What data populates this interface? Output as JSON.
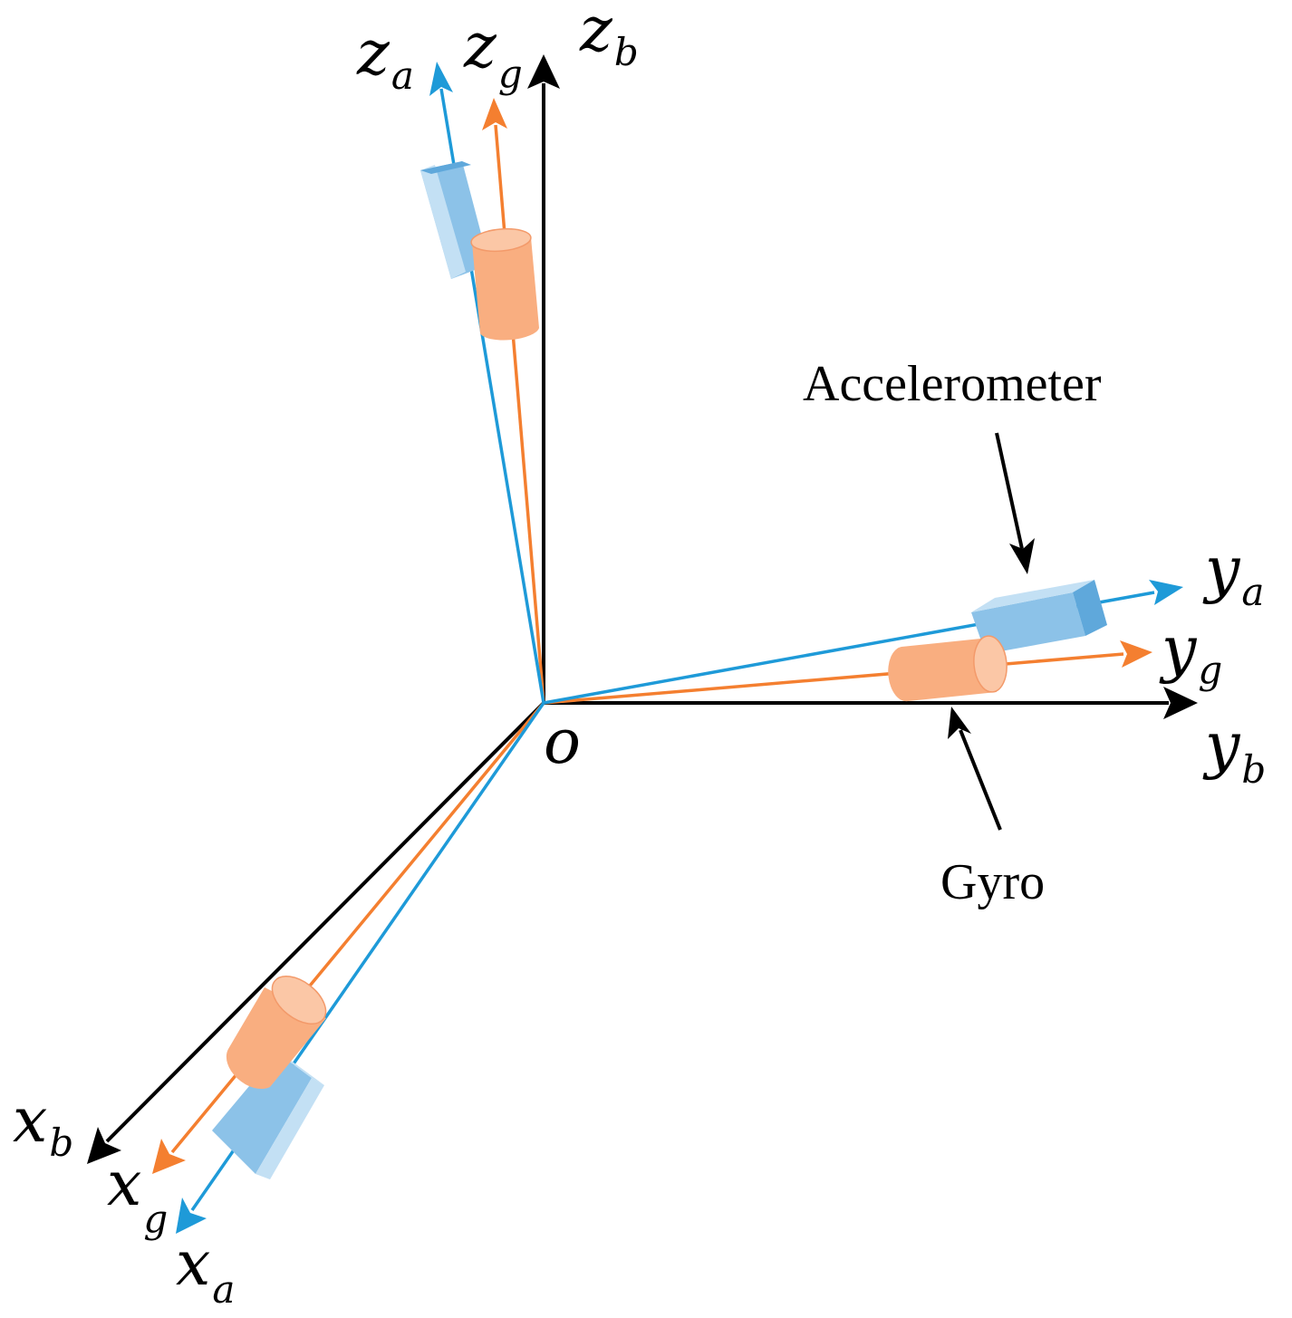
{
  "colors": {
    "body_frame": "#000000",
    "gyro_frame": "#F47F30",
    "accel_frame": "#1E9AD8",
    "gyro_body": "#F9AE80",
    "gyro_body_dark": "#F39A6A",
    "accel_body": "#8CC2E8",
    "accel_body_light": "#C3E0F4",
    "accel_body_dark": "#5FA8DB"
  },
  "origin_label": "o",
  "axes": {
    "zb": {
      "main": "z",
      "sub": "b"
    },
    "za": {
      "main": "z",
      "sub": "a"
    },
    "zg": {
      "main": "z",
      "sub": "g"
    },
    "yb": {
      "main": "y",
      "sub": "b"
    },
    "ya": {
      "main": "y",
      "sub": "a"
    },
    "yg": {
      "main": "y",
      "sub": "g"
    },
    "xb": {
      "main": "x",
      "sub": "b"
    },
    "xg": {
      "main": "x",
      "sub": "g"
    },
    "xa": {
      "main": "x",
      "sub": "a"
    }
  },
  "callouts": {
    "accelerometer": "Accelerometer",
    "gyro": "Gyro"
  },
  "icons": {
    "gyro": "cylinder",
    "accelerometer": "rectangular-prism"
  }
}
